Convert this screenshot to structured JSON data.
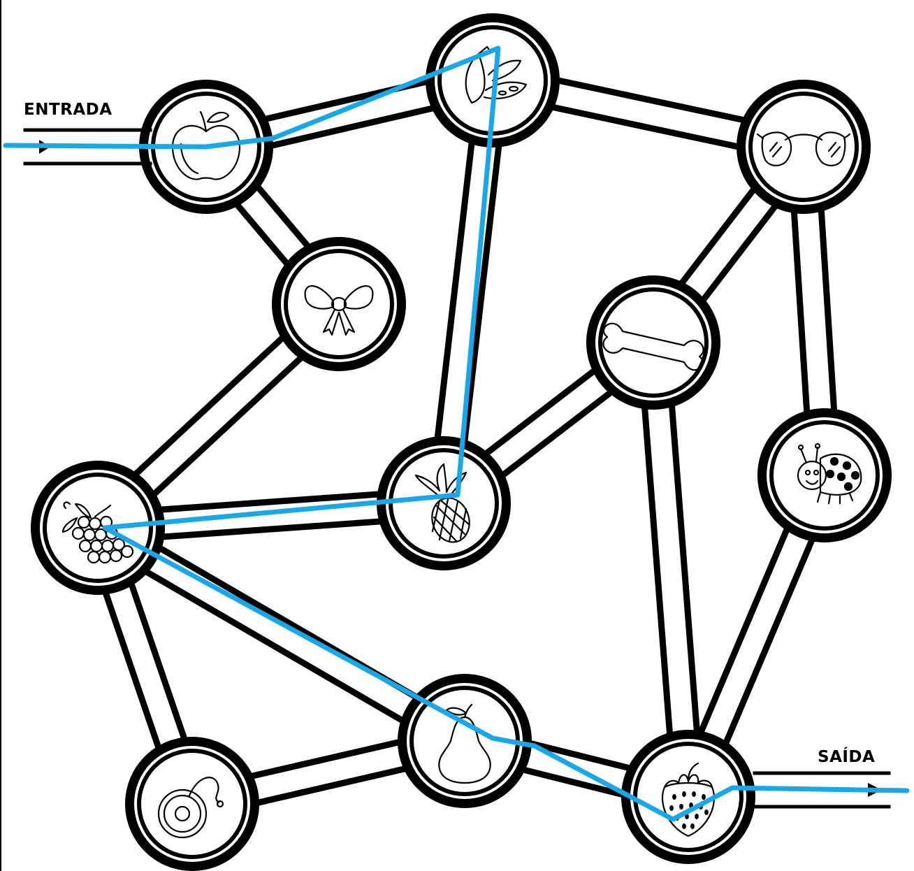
{
  "labels": {
    "entrance": "ENTRADA",
    "exit": "SAÍDA"
  },
  "colors": {
    "ink": "#000000",
    "path_fill": "#ffffff",
    "solution": "#1aa7e8"
  },
  "nodes": [
    {
      "id": "apple",
      "icon": "apple-icon"
    },
    {
      "id": "banana",
      "icon": "banana-icon"
    },
    {
      "id": "glasses",
      "icon": "glasses-icon"
    },
    {
      "id": "bow",
      "icon": "bow-icon"
    },
    {
      "id": "bone",
      "icon": "bone-icon"
    },
    {
      "id": "pineapple",
      "icon": "pineapple-icon"
    },
    {
      "id": "ladybug",
      "icon": "ladybug-icon"
    },
    {
      "id": "grapes",
      "icon": "grapes-icon"
    },
    {
      "id": "pear",
      "icon": "pear-icon"
    },
    {
      "id": "strawberry",
      "icon": "strawberry-icon"
    },
    {
      "id": "yoyo",
      "icon": "yoyo-icon"
    }
  ],
  "connections": [
    [
      "apple",
      "banana"
    ],
    [
      "apple",
      "bow"
    ],
    [
      "banana",
      "glasses"
    ],
    [
      "banana",
      "pineapple"
    ],
    [
      "bow",
      "grapes"
    ],
    [
      "glasses",
      "bone"
    ],
    [
      "glasses",
      "ladybug"
    ],
    [
      "bone",
      "pineapple"
    ],
    [
      "bone",
      "strawberry"
    ],
    [
      "pineapple",
      "grapes"
    ],
    [
      "grapes",
      "pear"
    ],
    [
      "grapes",
      "yoyo"
    ],
    [
      "pear",
      "yoyo"
    ],
    [
      "pear",
      "strawberry"
    ],
    [
      "ladybug",
      "strawberry"
    ]
  ],
  "solution_route": [
    "apple",
    "banana",
    "pineapple",
    "grapes",
    "pear",
    "strawberry"
  ]
}
